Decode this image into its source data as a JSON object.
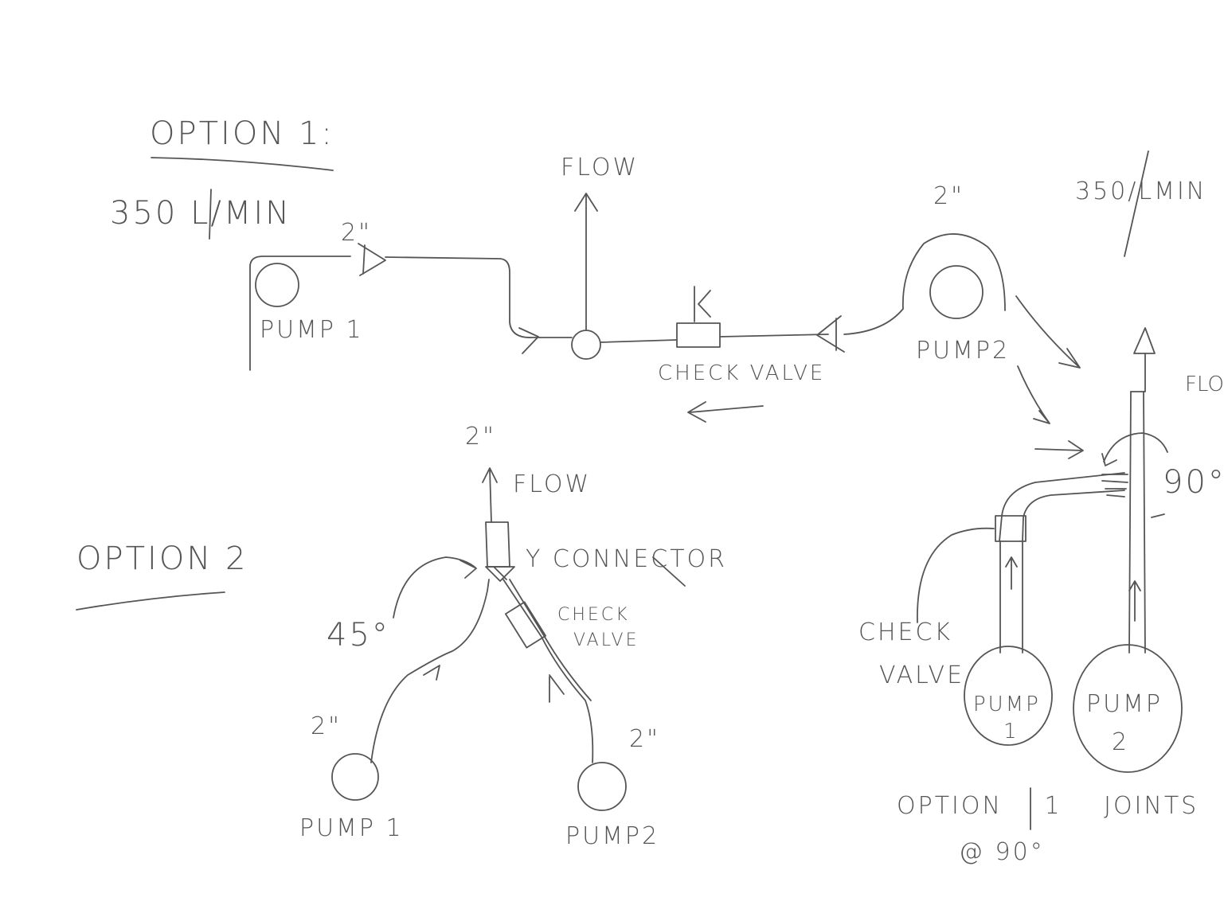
{
  "option1": {
    "title": "OPTION 1:",
    "rate": "350 L/MIN",
    "pipe_size_pump1": "2\"",
    "pipe_size_pump2": "2\"",
    "pump1": "PUMP 1",
    "pump2": "PUMP2",
    "flow": "FLOW",
    "check_valve": "CHECK VALVE"
  },
  "option1_joints": {
    "rate": "350/LMIN",
    "flow": "FLOW",
    "angle": "90°",
    "check_valve_line1": "CHECK",
    "check_valve_line2": "VALVE",
    "pump1_line1": "PUMP",
    "pump1_line2": "1",
    "pump2_line1": "PUMP",
    "pump2_line2": "2",
    "caption_line1": "OPTION 1 JOINTS",
    "caption_line2": "@ 90°"
  },
  "option2": {
    "title": "OPTION 2",
    "pipe_size_out": "2\"",
    "flow": "FLOW",
    "connector": "Y CONNECTOR",
    "angle": "45°",
    "check_valve_line1": "CHECK",
    "check_valve_line2": "VALVE",
    "pipe_size_pump1": "2\"",
    "pipe_size_pump2": "2\"",
    "pump1": "PUMP 1",
    "pump2": "PUMP2"
  }
}
